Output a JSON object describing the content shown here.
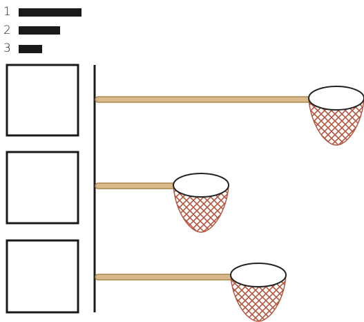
{
  "legend": {
    "items": [
      {
        "label": "1",
        "length_rank": 1
      },
      {
        "label": "2",
        "length_rank": 2
      },
      {
        "label": "3",
        "length_rank": 3
      }
    ]
  },
  "boxes": [
    {
      "id": "box-1",
      "content": ""
    },
    {
      "id": "box-2",
      "content": ""
    },
    {
      "id": "box-3",
      "content": ""
    }
  ],
  "nets": [
    {
      "id": "net-1",
      "relative_length": "long"
    },
    {
      "id": "net-2",
      "relative_length": "short"
    },
    {
      "id": "net-3",
      "relative_length": "medium"
    }
  ],
  "colors": {
    "ink": "#1a1a1a",
    "handle_fill": "#d9b98a",
    "handle_stroke": "#a7874f",
    "net_mesh": "#b5543d",
    "rim": "#222222"
  }
}
